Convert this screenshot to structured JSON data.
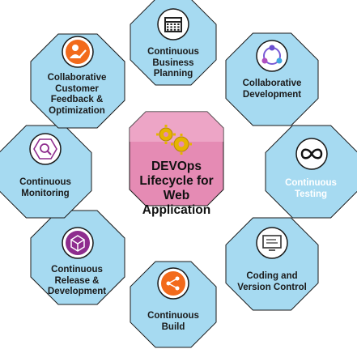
{
  "center": {
    "lines": [
      "DEVOps",
      "Lifecycle for",
      "Web Application"
    ],
    "fill": "#e58bb4",
    "gear_color": "#e6b400"
  },
  "nodes": [
    {
      "id": "continuous-business-planning",
      "lines": [
        "Continuous",
        "Business",
        "Planning"
      ],
      "icon": "calendar-icon",
      "fill": "#a6daf1"
    },
    {
      "id": "collaborative-development",
      "lines": [
        "Collaborative",
        "Development"
      ],
      "icon": "collaboration-cycle-icon",
      "fill": "#a6daf1"
    },
    {
      "id": "continuous-testing",
      "lines": [
        "Continuous",
        "Testing"
      ],
      "icon": "infinity-icon",
      "fill": "#a6daf1"
    },
    {
      "id": "coding-and-version-control",
      "lines": [
        "Coding and",
        "Version Control"
      ],
      "icon": "code-monitor-icon",
      "fill": "#a6daf1"
    },
    {
      "id": "continuous-build",
      "lines": [
        "Continuous",
        "Build"
      ],
      "icon": "share-nodes-icon",
      "fill": "#a6daf1"
    },
    {
      "id": "continuous-release-development",
      "lines": [
        "Continuous",
        "Release &",
        "Development"
      ],
      "icon": "cube-icon",
      "fill": "#a6daf1"
    },
    {
      "id": "continuous-monitoring",
      "lines": [
        "Continuous",
        "Monitoring"
      ],
      "icon": "search-hexagon-icon",
      "fill": "#a6daf1"
    },
    {
      "id": "collaborative-customer-feedback",
      "lines": [
        "Collaborative",
        "Customer",
        "Feedback &",
        "Optimization"
      ],
      "icon": "user-edit-icon",
      "fill": "#a6daf1"
    }
  ],
  "colors": {
    "border": "#1a1a1a",
    "icon_ring": "#1a1a1a",
    "orange": "#f26a1b",
    "purple": "#8e2d8e"
  }
}
